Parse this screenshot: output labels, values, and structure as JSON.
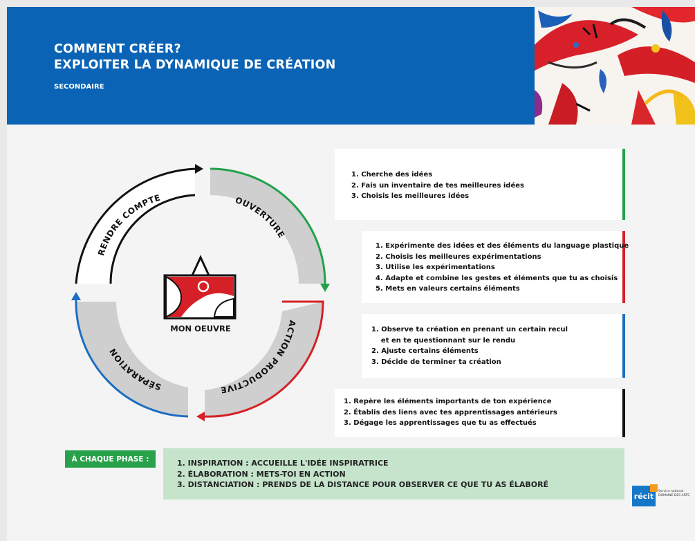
{
  "header": {
    "title_line1": "COMMENT CRÉER?",
    "title_line2": "EXPLOITER LA DYNAMIQUE DE CRÉATION",
    "level": "SECONDAIRE"
  },
  "cycle": {
    "center_label": "MON OEUVRE",
    "segments": [
      {
        "label": "OUVERTURE",
        "color": "#22a14a"
      },
      {
        "label": "ACTION PRODUCTIVE",
        "color": "#d62027"
      },
      {
        "label": "SÉPARATION",
        "color": "#1b6ec2"
      },
      {
        "label": "RENDRE COMPTE",
        "color": "#111111"
      }
    ]
  },
  "steps": [
    {
      "color": "#22a14a",
      "items": [
        "1. Cherche des idées",
        "2. Fais un inventaire de tes meilleures idées",
        "3. Choisis les meilleures idées"
      ]
    },
    {
      "color": "#d62027",
      "items": [
        "1. Expérimente des idées et des éléments du language plastique",
        "2. Choisis les meilleures expérimentations",
        "3. Utilise les expérimentations",
        "4. Adapte et combine les gestes et éléments que tu as choisis",
        "5. Mets en valeurs certains éléments"
      ]
    },
    {
      "color": "#1b6ec2",
      "items": [
        "1. Observe ta création en prenant un certain recul",
        "    et en te questionnant sur le rendu",
        "2. Ajuste certains éléments",
        "3. Décide de terminer ta création"
      ]
    },
    {
      "color": "#111111",
      "items": [
        "1. Repère les éléments importants de ton expérience",
        "2. Établis des liens avec tes apprentissages antérieurs",
        "3. Dégage les apprentissages que tu as effectués"
      ]
    }
  ],
  "phases": {
    "label": "À CHAQUE PHASE :",
    "items": [
      "1. INSPIRATION : ACCUEILLE L'IDÉE INSPIRATRICE",
      "2. ÉLABORATION : METS-TOI EN ACTION",
      "3. DISTANCIATION :  PRENDS DE LA DISTANCE POUR OBSERVER CE QUE TU AS ÉLABORÉ"
    ]
  },
  "logo": {
    "mark": "récit",
    "line1": "Service national",
    "line2": "DOMAINE DES ARTS"
  }
}
